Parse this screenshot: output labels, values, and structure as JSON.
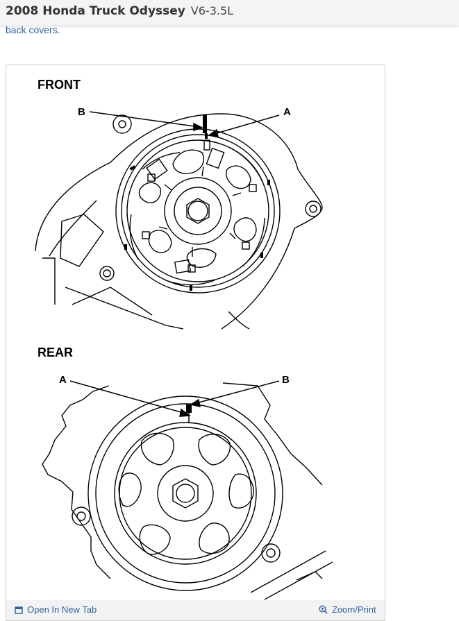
{
  "header": {
    "title": "2008 Honda Truck Odyssey",
    "engine": "V6-3.5L"
  },
  "body_text": {
    "link_text": "back covers."
  },
  "diagram": {
    "front": {
      "heading": "FRONT",
      "label_a": "A",
      "label_b": "B"
    },
    "rear": {
      "heading": "REAR",
      "label_a": "A",
      "label_b": "B"
    }
  },
  "toolbar": {
    "open_new_tab": "Open In New Tab",
    "zoom_print": "Zoom/Print",
    "open_icon": "external-window-icon",
    "zoom_icon": "magnifier-plus-icon"
  },
  "colors": {
    "link": "#2a64a8",
    "header_bg": "#f4f4f5",
    "toolbar_bg": "#f2f2f2"
  }
}
